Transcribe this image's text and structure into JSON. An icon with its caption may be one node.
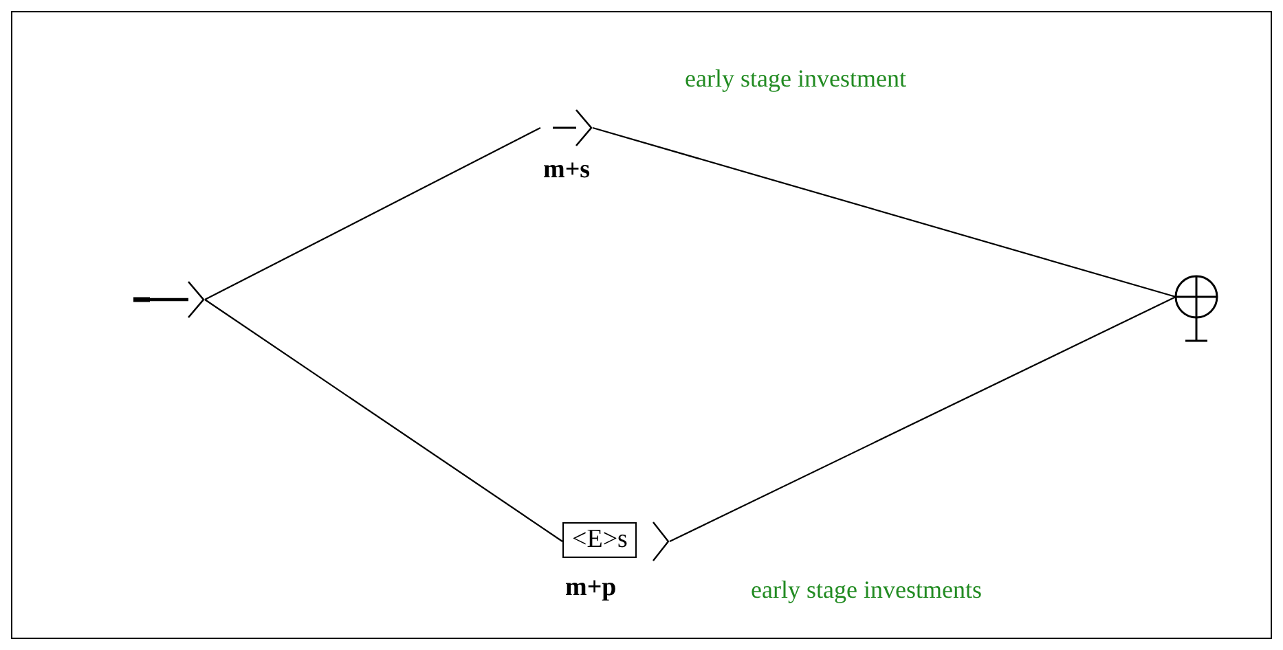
{
  "diagram": {
    "nodes": [
      {
        "text": [],
        "shape": "triangle"
      },
      {
        "text": [],
        "shape": "triangle",
        "beside": [
          "m+s"
        ]
      },
      {
        "text": [
          "<E>s"
        ],
        "beside": [
          "m+p"
        ]
      },
      {
        "text": [],
        "shape": "circle"
      }
    ],
    "edges": [
      {
        "from": 0,
        "to": 1,
        "arrow": "none"
      },
      {
        "from": 0,
        "to": 2,
        "arrow": "none"
      },
      {
        "from": 1,
        "to": 3,
        "arrow": "none"
      },
      {
        "from": 2,
        "to": 3,
        "arrow": "none"
      }
    ],
    "labels": [
      "early stage investment",
      "early stage investments"
    ]
  }
}
